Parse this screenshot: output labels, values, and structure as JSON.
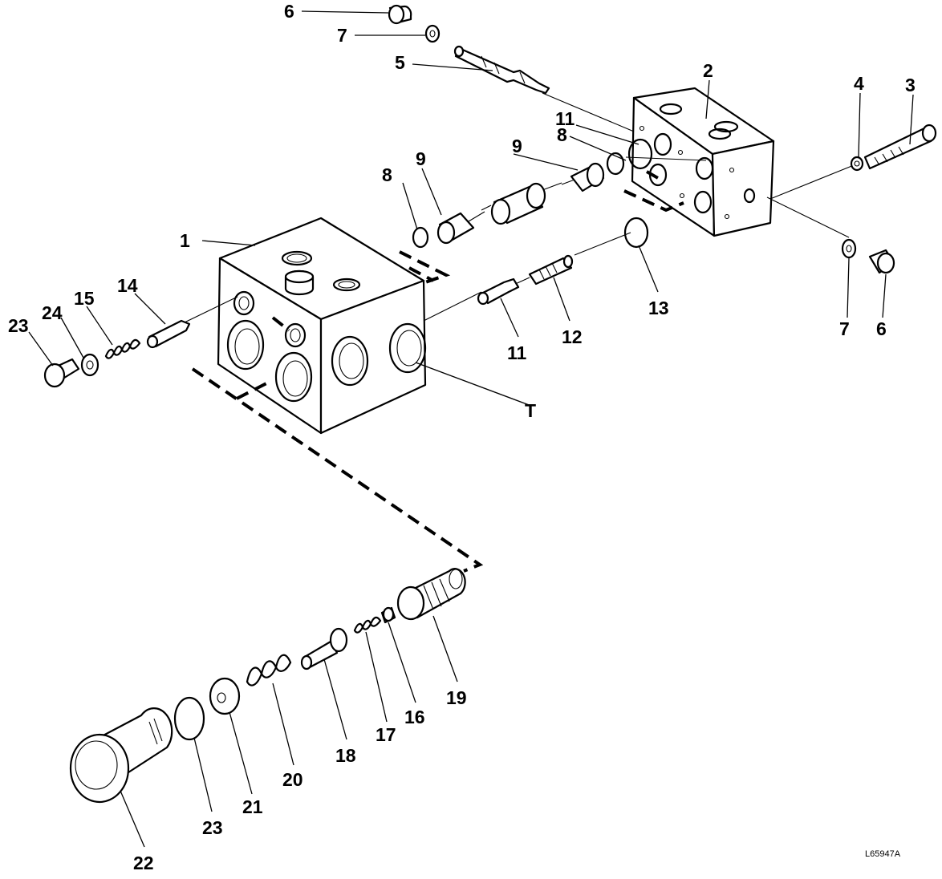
{
  "figure": {
    "reference_code": "L65947A",
    "callouts": {
      "c1": "1",
      "c2": "2",
      "c3": "3",
      "c4": "4",
      "c5": "5",
      "c6a": "6",
      "c6b": "6",
      "c7a": "7",
      "c7b": "7",
      "c8a": "8",
      "c8b": "8",
      "c9a": "9",
      "c9b": "9",
      "c11a": "11",
      "c11b": "11",
      "c12": "12",
      "c13": "13",
      "c14": "14",
      "c15": "15",
      "c16": "16",
      "c17": "17",
      "c18": "18",
      "c19": "19",
      "c20": "20",
      "c21": "21",
      "c22": "22",
      "c23a": "23",
      "c23b": "23",
      "c24": "24",
      "cT": "T"
    }
  }
}
